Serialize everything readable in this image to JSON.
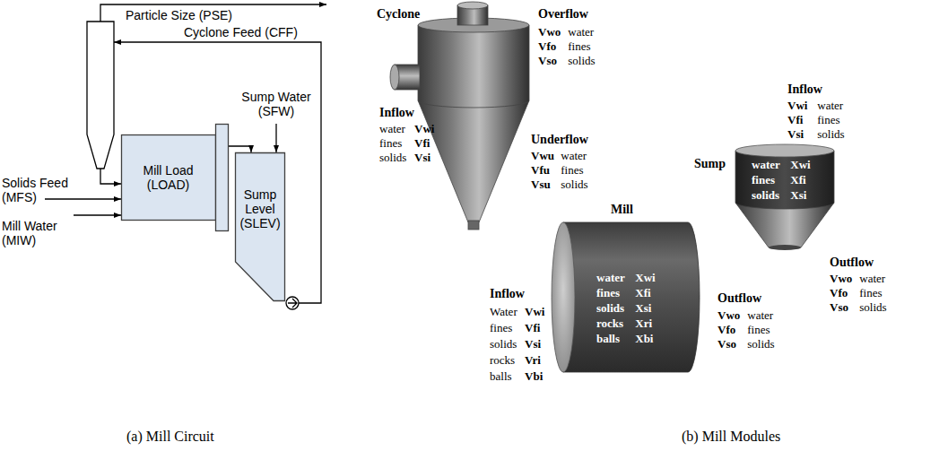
{
  "diagram": {
    "nodes": [
      {
        "text": [
          "Mill Load (LOAD)"
        ]
      },
      {
        "text": [
          "Sump Level (SLEV)"
        ]
      },
      {
        "text": [
          "Sump",
          "water Xwi",
          "fines Xfi",
          "solids Xsi"
        ]
      },
      {
        "text": [
          "Mill",
          "water Xwi",
          "fines Xfi",
          "solids Xsi",
          "rocks Xri",
          "balls Xbi"
        ]
      }
    ],
    "edges": [
      {
        "from": 0,
        "to": 1,
        "arrow": "to"
      }
    ],
    "labels": [
      "Particle Size (PSE)",
      "Cyclone Feed (CFF)",
      "Sump Water (SFW)",
      "Solids Feed (MFS)",
      "Mill Water (MIW)",
      "Cyclone",
      "Overflow",
      "Vwo water",
      "Vfo fines",
      "Vso solids",
      "Inflow",
      "water Vwi",
      "fines Vfi",
      "solids Vsi",
      "Underflow",
      "Vwu water",
      "Vfu fines",
      "Vsu solids",
      "Inflow",
      "Vwi water",
      "Vfi fines",
      "Vsi solids",
      "Outflow",
      "Vwo water",
      "Vfo fines",
      "Vso solids",
      "Inflow",
      "Water Vwi",
      "fines Vfi",
      "solids Vsi",
      "rocks Vri",
      "balls Vbi",
      "Outflow",
      "Vwo water",
      "Vfo fines",
      "Vso solids",
      "(a) Mill Circuit",
      "(b) Mill Modules"
    ]
  }
}
